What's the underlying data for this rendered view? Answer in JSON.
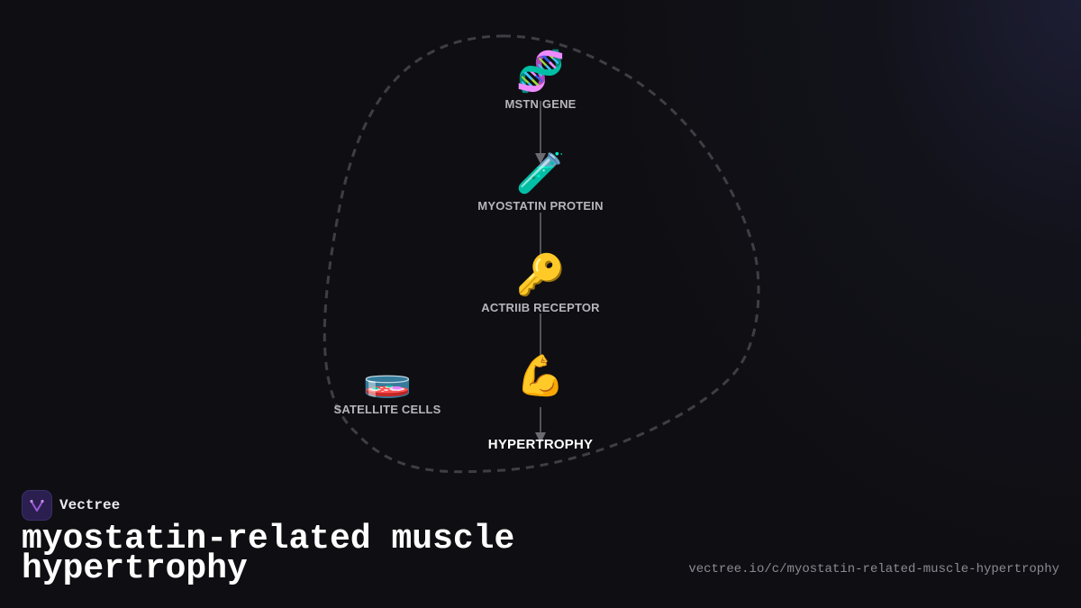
{
  "diagram": {
    "nodes": [
      {
        "id": "mstn-gene",
        "icon": "dna-icon",
        "emoji": "🧬",
        "label": "MSTN GENE"
      },
      {
        "id": "myostatin-protein",
        "icon": "test-tube-icon",
        "emoji": "🧪",
        "label": "MYOSTATIN PROTEIN"
      },
      {
        "id": "actriib-receptor",
        "icon": "key-icon",
        "emoji": "🔑",
        "label": "ACTRIIB RECEPTOR"
      },
      {
        "id": "satellite-cells",
        "icon": "petri-dish-icon",
        "emoji": "🧫",
        "label": "SATELLITE CELLS"
      },
      {
        "id": "flexed-biceps",
        "icon": "flexed-biceps-icon",
        "emoji": "💪",
        "label": ""
      },
      {
        "id": "hypertrophy",
        "icon": "",
        "emoji": "",
        "label": "HYPERTROPHY"
      }
    ],
    "edges": [
      {
        "from": "mstn-gene",
        "to": "myostatin-protein",
        "arrow": true
      },
      {
        "from": "myostatin-protein",
        "to": "actriib-receptor",
        "arrow": false
      },
      {
        "from": "actriib-receptor",
        "to": "flexed-biceps",
        "arrow": false
      },
      {
        "from": "flexed-biceps",
        "to": "hypertrophy",
        "arrow": true
      }
    ],
    "boundary": "dashed-loop"
  },
  "brand": {
    "name": "Vectree",
    "logo_icon": "vectree-logo-icon"
  },
  "title": "myostatin-related muscle hypertrophy",
  "url": "vectree.io/c/myostatin-related-muscle-hypertrophy",
  "colors": {
    "background": "#0f0f13",
    "accent_glow": "#282a4e",
    "edge": "#6a6a70",
    "node_label": "#b5b5bb",
    "outcome_label": "#ffffff",
    "logo_bg": "#2a1f4e",
    "logo_mark": "#9b59d9"
  }
}
